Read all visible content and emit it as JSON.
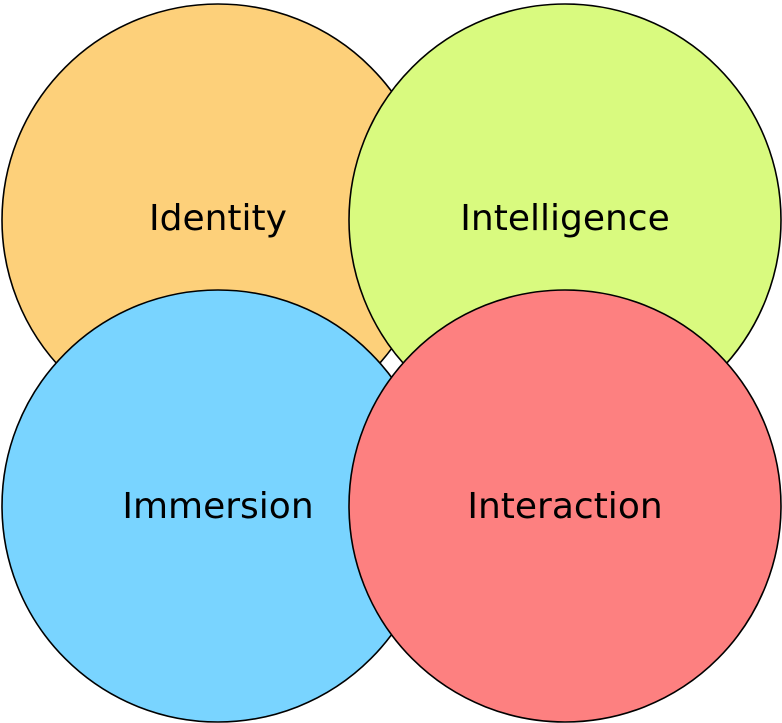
{
  "circles": [
    {
      "id": "identity",
      "label": "Identity",
      "color": "#fdd07a"
    },
    {
      "id": "intelligence",
      "label": "Intelligence",
      "color": "#d9fa7f"
    },
    {
      "id": "immersion",
      "label": "Immersion",
      "color": "#79d4ff"
    },
    {
      "id": "interaction",
      "label": "Interaction",
      "color": "#fd8080"
    }
  ]
}
